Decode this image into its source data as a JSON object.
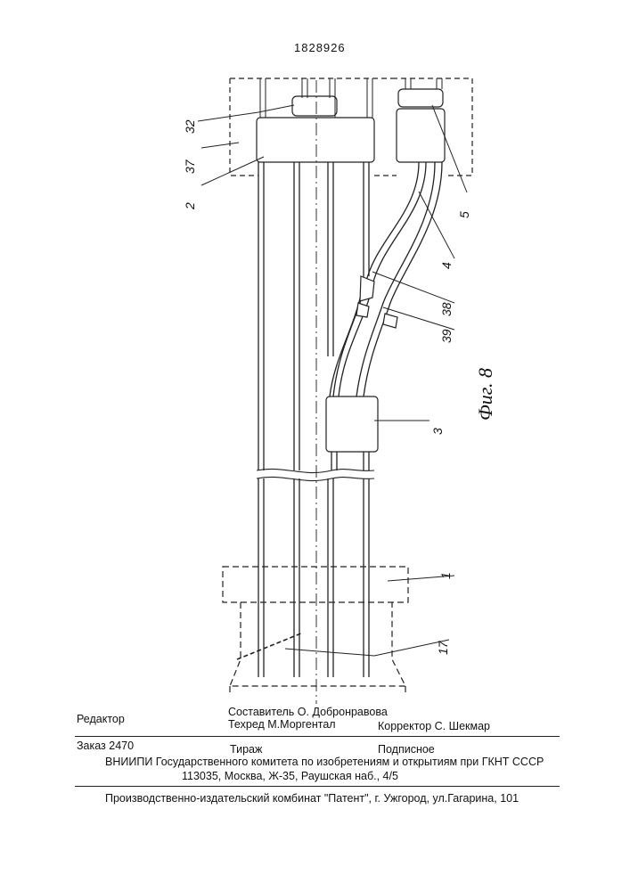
{
  "header": {
    "patent_number": "1828926"
  },
  "figure": {
    "caption": "Фиг. 8",
    "labels": {
      "l32": "32",
      "l37": "37",
      "l2": "2",
      "l5": "5",
      "l4": "4",
      "l38": "38",
      "l39": "39",
      "l3": "3",
      "l1": "1",
      "l17": "17"
    }
  },
  "imprint": {
    "editor_label": "Редактор",
    "composer": "Составитель  О. Добронравова",
    "techred": "Техред М.Моргентал",
    "corrector": "Корректор  С. Шекмар",
    "order": "Заказ  2470",
    "circulation": "Тираж",
    "subscription": "Подписное",
    "institute": "ВНИИПИ Государственного комитета по изобретениям и открытиям при ГКНТ СССР",
    "address": "113035, Москва, Ж-35, Раушская наб., 4/5",
    "publisher": "Производственно-издательский комбинат \"Патент\", г. Ужгород, ул.Гагарина, 101"
  }
}
